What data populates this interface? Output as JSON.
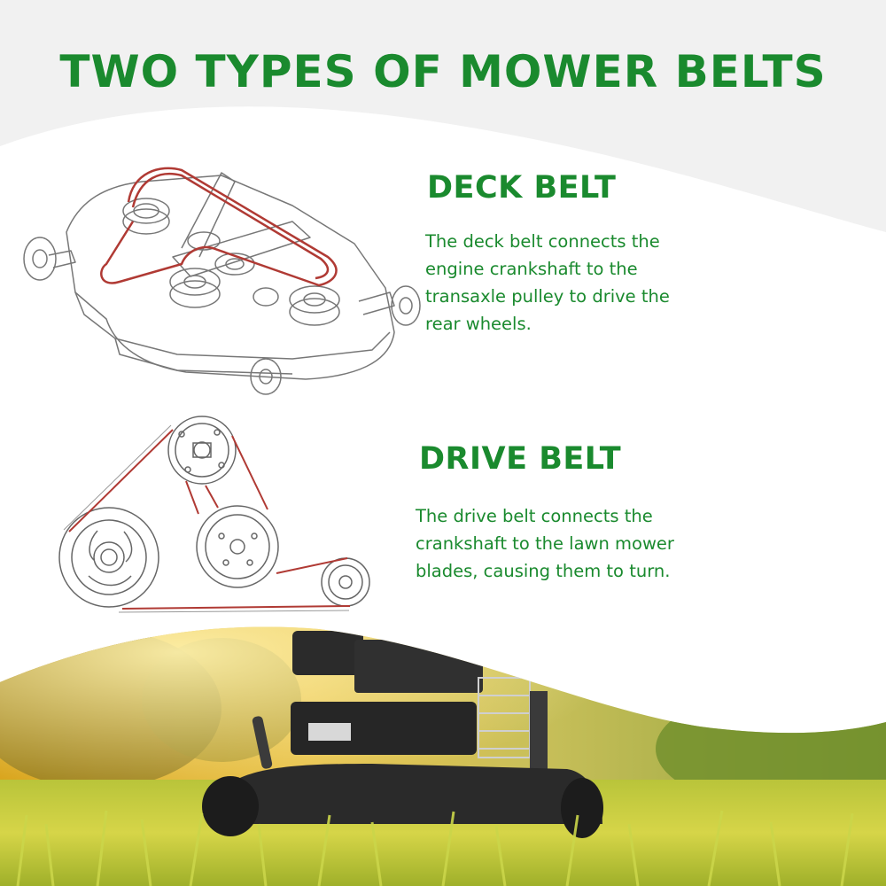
{
  "title": "TWO TYPES OF MOWER BELTS",
  "sections": [
    {
      "heading": "DECK BELT",
      "description": "The deck belt connects the engine crankshaft to the transaxle pulley to drive the rear wheels."
    },
    {
      "heading": "DRIVE BELT",
      "description": "The drive belt connects the crankshaft to the lawn mower blades, causing them to turn."
    }
  ],
  "colors": {
    "brand_green": "#1a8a2e",
    "belt_red": "#b03a34",
    "line_gray": "#777777",
    "background_light": "#f1f1f1"
  },
  "icons": {
    "deck_diagram": "mower-deck-belt-diagram",
    "drive_diagram": "drive-belt-pulley-diagram",
    "photo": "lawn-mower-on-grass-photo"
  }
}
